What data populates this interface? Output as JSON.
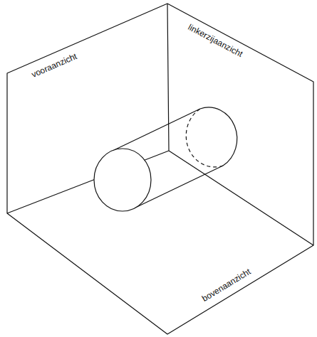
{
  "diagram": {
    "labels": [
      "vooraanzicht",
      "linkerzijaanzicht",
      "bovenaanzicht"
    ]
  }
}
